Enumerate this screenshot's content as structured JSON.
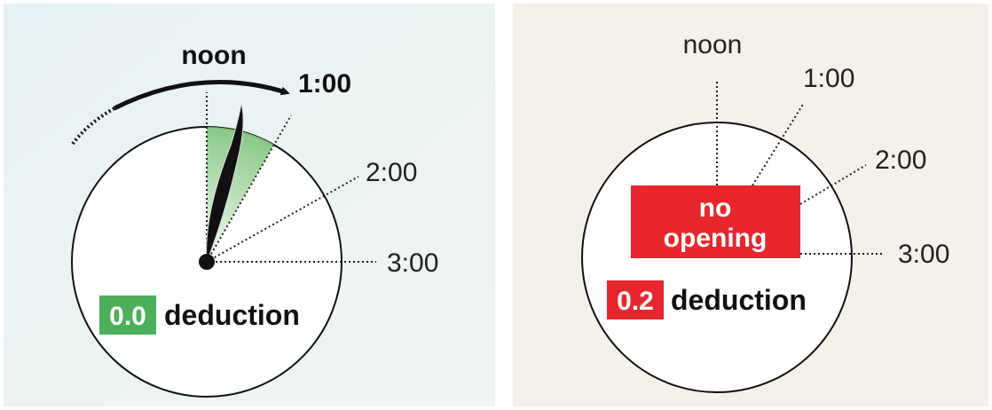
{
  "left_panel": {
    "labels": {
      "noon": "noon",
      "one": "1:00",
      "two": "2:00",
      "three": "3:00"
    },
    "badge": {
      "value": "0.0",
      "color": "#4cb05a"
    },
    "deduction_label": "deduction",
    "wedge_color": "#7cc47a"
  },
  "right_panel": {
    "labels": {
      "noon": "noon",
      "one": "1:00",
      "two": "2:00",
      "three": "3:00"
    },
    "no_opening": {
      "line1": "no",
      "line2": "opening",
      "color": "#e8262d"
    },
    "badge": {
      "value": "0.2",
      "color": "#e8262d"
    },
    "deduction_label": "deduction"
  }
}
